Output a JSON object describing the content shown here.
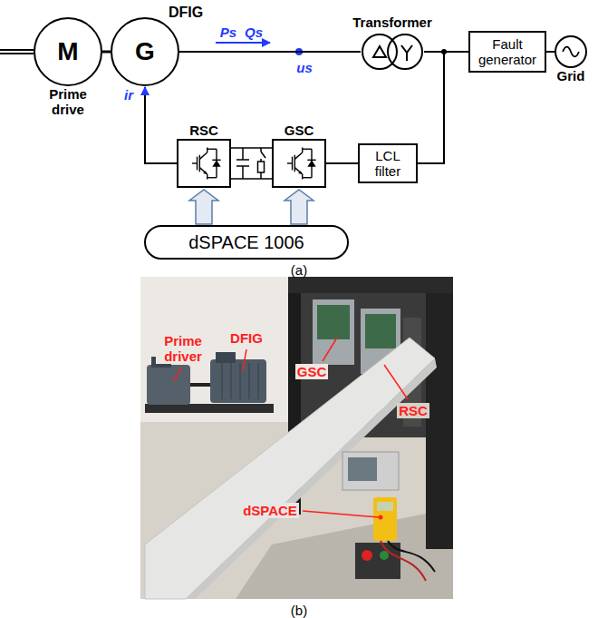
{
  "diagram": {
    "nodes": [
      {
        "text": [
          "M",
          "Prime drive"
        ]
      },
      {
        "text": [
          "G"
        ]
      },
      {
        "text": [
          "Transformer"
        ]
      },
      {
        "text": [
          "Fault generator"
        ]
      },
      {
        "text": [
          "Grid"
        ]
      },
      {
        "text": [
          "RSC"
        ]
      },
      {
        "text": [
          "GSC"
        ]
      },
      {
        "text": [
          "LCL filter"
        ]
      },
      {
        "text": [
          "dSPACE 1006"
        ]
      }
    ],
    "edges": [
      {
        "from": 0,
        "to": 1,
        "arrow": "none"
      },
      {
        "from": 1,
        "to": 2,
        "arrow": "none"
      },
      {
        "from": 2,
        "to": 3,
        "arrow": "none"
      },
      {
        "from": 3,
        "to": 4,
        "arrow": "none"
      },
      {
        "from": 5,
        "to": 1,
        "arrow": "to"
      },
      {
        "from": 5,
        "to": 6,
        "arrow": "none"
      },
      {
        "from": 6,
        "to": 7,
        "arrow": "none"
      },
      {
        "from": 7,
        "to": 3,
        "arrow": "none"
      },
      {
        "from": 8,
        "to": 5,
        "arrow": "to"
      },
      {
        "from": 8,
        "to": 6,
        "arrow": "to"
      }
    ],
    "labels": [
      "DFIG",
      "Ps",
      "Qs",
      "us",
      "ir",
      "(a)",
      "Prime driver",
      "DFIG",
      "GSC",
      "RSC",
      "dSPACE",
      "(b)"
    ]
  }
}
